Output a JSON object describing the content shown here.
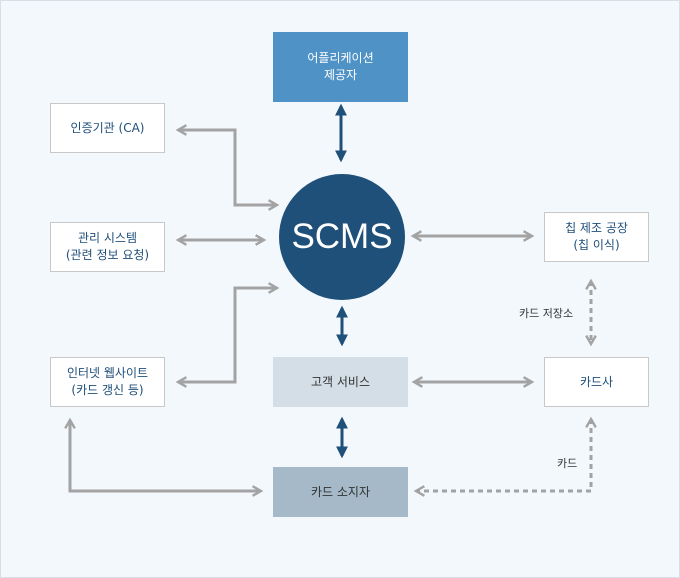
{
  "center": {
    "label": "SCMS"
  },
  "nodes": {
    "app_provider": [
      "어플리케이션",
      "제공자"
    ],
    "ca": "인증기관 (CA)",
    "mgmt": [
      "관리 시스템",
      "(관련 정보 요청)"
    ],
    "website": [
      "인터넷 웹사이트",
      "(카드 갱신 등)"
    ],
    "customer_service": "고객 서비스",
    "card_holder": "카드 소지자",
    "chip_factory": [
      "칩 제조 공장",
      "(칩 이식)"
    ],
    "card_company": "카드사"
  },
  "edge_labels": {
    "card_storage": "카드 저장소",
    "card": "카드"
  },
  "colors": {
    "background": "#f3f8fc",
    "center": "#1f5079",
    "app_provider": "#4f92c6",
    "customer_service": "#d3dee7",
    "card_holder": "#a5b9c9",
    "gray_arrow": "#a3a3a3",
    "blue_arrow": "#1f5079",
    "text_blue": "#1f4e79"
  }
}
